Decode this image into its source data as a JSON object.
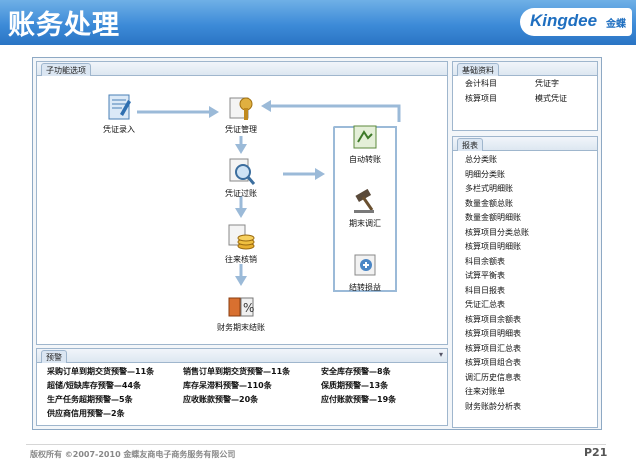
{
  "header": {
    "title": "账务处理",
    "logo_text": "Kingdee",
    "logo_cn": "金蝶"
  },
  "subfunction": {
    "tab_label": "子功能选项",
    "nodes": {
      "voucher_entry": "凭证录入",
      "voucher_manage": "凭证管理",
      "voucher_post": "凭证过账",
      "reconcile": "往来核销",
      "period_end_close": "财务期末结账",
      "auto_transfer": "自动转账",
      "period_adjust": "期末调汇",
      "pl_transfer": "结转损益"
    }
  },
  "basic_data": {
    "tab_label": "基础资料",
    "items": [
      "会计科目",
      "凭证字",
      "核算项目",
      "模式凭证"
    ]
  },
  "reports": {
    "tab_label": "报表",
    "items": [
      "总分类账",
      "明细分类账",
      "多栏式明细账",
      "数量金额总账",
      "数量金额明细账",
      "核算项目分类总账",
      "核算项目明细账",
      "科目余额表",
      "试算平衡表",
      "科目日报表",
      "凭证汇总表",
      "核算项目余额表",
      "核算项目明细表",
      "核算项目汇总表",
      "核算项目组合表",
      "调汇历史信息表",
      "往来对账单",
      "财务账龄分析表"
    ]
  },
  "warnings": {
    "tab_label": "预警",
    "items": [
      "采购订单到期交货预警—11条",
      "销售订单到期交货预警—11条",
      "安全库存预警—8条",
      "超储/短缺库存预警—44条",
      "库存呆滞料预警—110条",
      "保质期预警—13条",
      "生产任务超期预警—5条",
      "应收账款预警—20条",
      "应付账款预警—19条",
      "供应商信用预警—2条"
    ]
  },
  "footer": {
    "copyright": "版权所有 ©2007-2010 金蝶友商电子商务服务有限公司",
    "page": "P21"
  },
  "colors": {
    "header_blue": "#3d8bd8",
    "flow_arrow": "#9bbad8",
    "frame_border": "#9fb6cd"
  }
}
